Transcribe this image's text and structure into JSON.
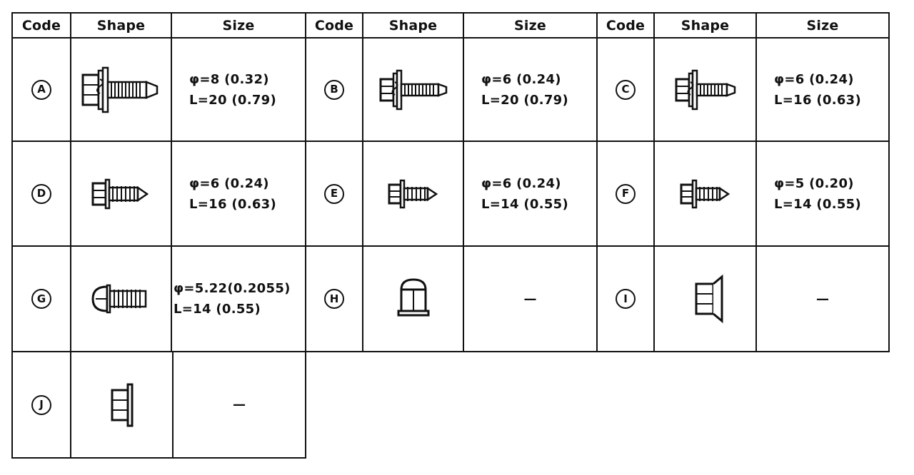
{
  "headers": {
    "code": "Code",
    "shape": "Shape",
    "size": "Size"
  },
  "rows": [
    [
      {
        "code": "A",
        "icon": "flange-bolt-with-washer-icon",
        "size1": "φ=8 (0.32)",
        "size2": "L=20 (0.79)"
      },
      {
        "code": "B",
        "icon": "flange-bolt-with-washer-icon",
        "size1": "φ=6 (0.24)",
        "size2": "L=20 (0.79)"
      },
      {
        "code": "C",
        "icon": "flange-bolt-with-washer-icon",
        "size1": "φ=6 (0.24)",
        "size2": "L=16 (0.63)"
      }
    ],
    [
      {
        "code": "D",
        "icon": "self-tapping-flange-bolt-icon",
        "size1": "φ=6 (0.24)",
        "size2": "L=16 (0.63)"
      },
      {
        "code": "E",
        "icon": "self-tapping-flange-bolt-icon",
        "size1": "φ=6 (0.24)",
        "size2": "L=14 (0.55)"
      },
      {
        "code": "F",
        "icon": "self-tapping-flange-bolt-icon",
        "size1": "φ=5 (0.20)",
        "size2": "L=14 (0.55)"
      }
    ],
    [
      {
        "code": "G",
        "icon": "pan-head-screw-icon",
        "size1": "φ=5.22(0.2055)",
        "size2": "L=14 (0.55)"
      },
      {
        "code": "H",
        "icon": "cap-nut-icon",
        "dash": "—"
      },
      {
        "code": "I",
        "icon": "flange-nut-icon",
        "dash": "—"
      }
    ],
    [
      {
        "code": "J",
        "icon": "hex-flange-nut-icon",
        "dash": "—"
      }
    ]
  ]
}
